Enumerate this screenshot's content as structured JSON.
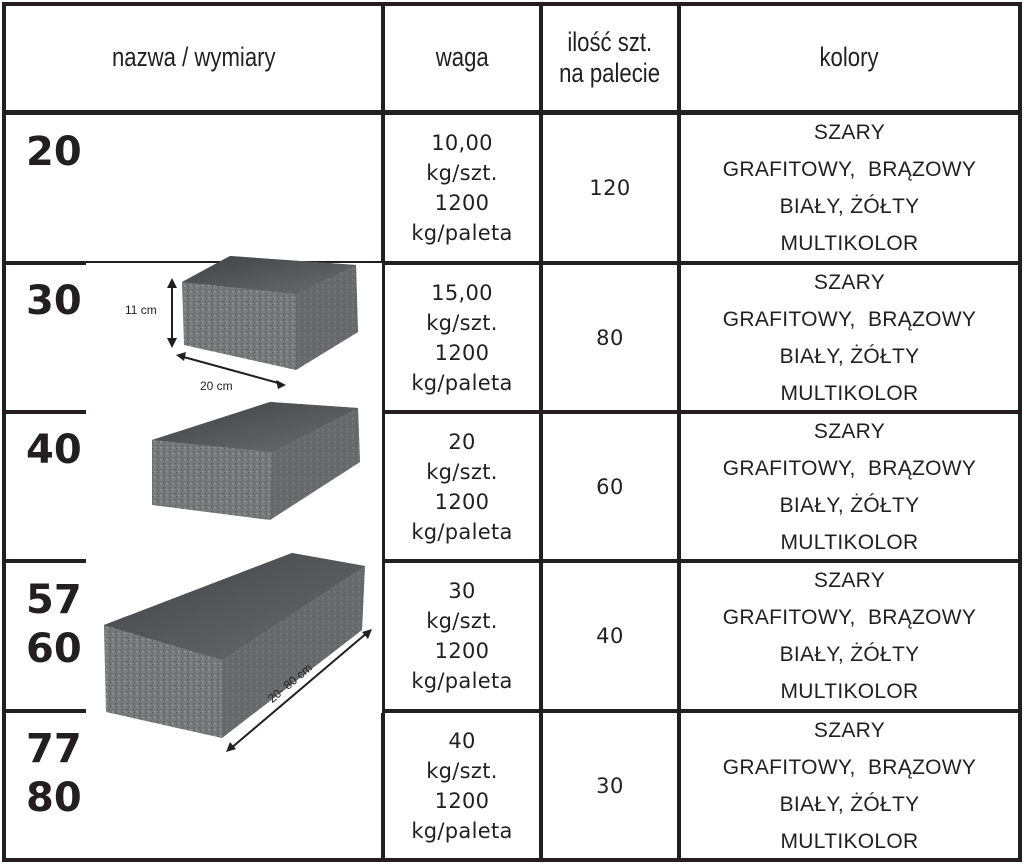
{
  "header": {
    "name_dims": "nazwa / wymiary",
    "weight": "waga",
    "qty_line1": "ilość szt.",
    "qty_line2": "na palecie",
    "colors": "kolory"
  },
  "rows": [
    {
      "names": [
        "20"
      ],
      "weight": [
        "10,00",
        "kg/szt.",
        "1200",
        "kg/paleta"
      ],
      "qty": "120",
      "colors": [
        "SZARY",
        "GRAFITOWY,  BRĄZOWY",
        "BIAŁY, ŻÓŁTY",
        "MULTIKOLOR"
      ]
    },
    {
      "names": [
        "30"
      ],
      "weight": [
        "15,00",
        "kg/szt.",
        "1200",
        "kg/paleta"
      ],
      "qty": "80",
      "colors": [
        "SZARY",
        "GRAFITOWY,  BRĄZOWY",
        "BIAŁY, ŻÓŁTY",
        "MULTIKOLOR"
      ]
    },
    {
      "names": [
        "40"
      ],
      "weight": [
        "20",
        "kg/szt.",
        "1200",
        "kg/paleta"
      ],
      "qty": "60",
      "colors": [
        "SZARY",
        "GRAFITOWY,  BRĄZOWY",
        "BIAŁY, ŻÓŁTY",
        "MULTIKOLOR"
      ]
    },
    {
      "names": [
        "57",
        "60"
      ],
      "weight": [
        "30",
        "kg/szt.",
        "1200",
        "kg/paleta"
      ],
      "qty": "40",
      "colors": [
        "SZARY",
        "GRAFITOWY,  BRĄZOWY",
        "BIAŁY, ŻÓŁTY",
        "MULTIKOLOR"
      ]
    },
    {
      "names": [
        "77",
        "80"
      ],
      "weight": [
        "40",
        "kg/szt.",
        "1200",
        "kg/paleta"
      ],
      "qty": "30",
      "colors": [
        "SZARY",
        "GRAFITOWY,  BRĄZOWY",
        "BIAŁY, ŻÓŁTY",
        "MULTIKOLOR"
      ]
    }
  ],
  "image": {
    "height_label": "11 cm",
    "width_label": "20 cm",
    "length_label": "20- 80 cm",
    "stone_color": "#6e7072",
    "stone_top_color": "#4a4c50"
  },
  "colors": {
    "line": "#231f20",
    "background": "#ffffff"
  }
}
